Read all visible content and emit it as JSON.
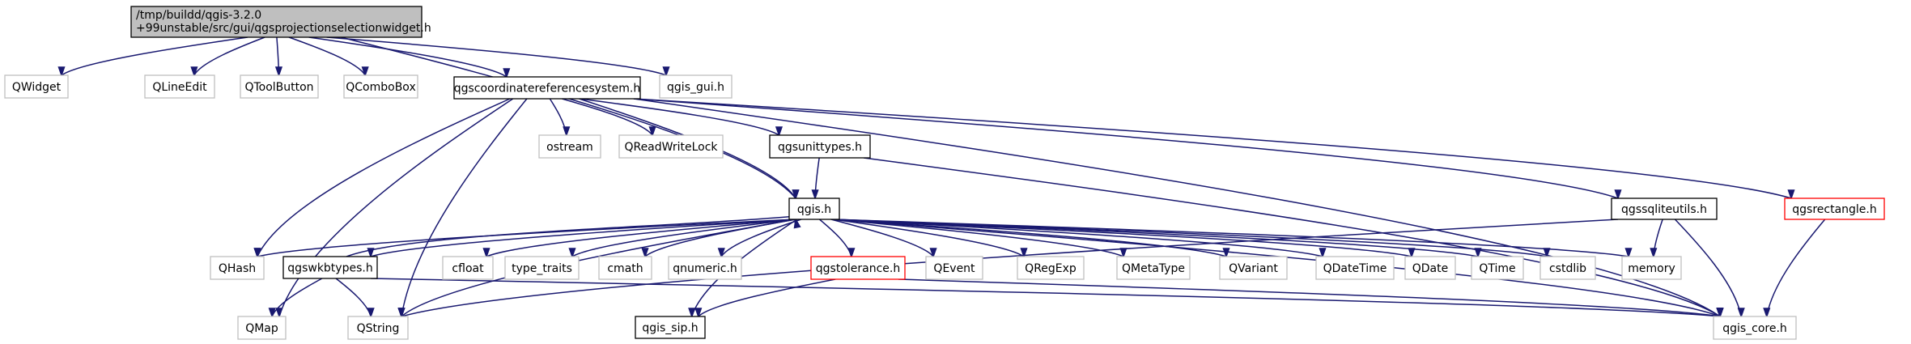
{
  "colors": {
    "edge": "#191970",
    "root_fill": "#bfbfbf",
    "root_stroke": "#000000",
    "documented_stroke": "#000000",
    "external_stroke": "#bfbfbf",
    "truncated_stroke": "#ff0000",
    "node_fill": "#ffffff"
  },
  "nodes": [
    {
      "id": "root",
      "lines": [
        "/tmp/buildd/qgis-3.2.0",
        "+99unstable/src/gui/qgsprojectionselectionwidget.h"
      ],
      "kind": "root"
    },
    {
      "id": "qwidget",
      "lines": [
        "QWidget"
      ],
      "kind": "external"
    },
    {
      "id": "qlineedit",
      "lines": [
        "QLineEdit"
      ],
      "kind": "external"
    },
    {
      "id": "qtoolbutton",
      "lines": [
        "QToolButton"
      ],
      "kind": "external"
    },
    {
      "id": "qcombobox",
      "lines": [
        "QComboBox"
      ],
      "kind": "external"
    },
    {
      "id": "qgscrs",
      "lines": [
        "qgscoordinatereferencesystem.h"
      ],
      "kind": "documented"
    },
    {
      "id": "qgis_gui",
      "lines": [
        "qgis_gui.h"
      ],
      "kind": "external"
    },
    {
      "id": "ostream",
      "lines": [
        "ostream"
      ],
      "kind": "external"
    },
    {
      "id": "qreadwritelock",
      "lines": [
        "QReadWriteLock"
      ],
      "kind": "external"
    },
    {
      "id": "qgsunittypes",
      "lines": [
        "qgsunittypes.h"
      ],
      "kind": "documented"
    },
    {
      "id": "qgis",
      "lines": [
        "qgis.h"
      ],
      "kind": "documented"
    },
    {
      "id": "qgssqliteutils",
      "lines": [
        "qgssqliteutils.h"
      ],
      "kind": "documented"
    },
    {
      "id": "qgsrectangle",
      "lines": [
        "qgsrectangle.h"
      ],
      "kind": "truncated"
    },
    {
      "id": "qhash",
      "lines": [
        "QHash"
      ],
      "kind": "external"
    },
    {
      "id": "qgswkbtypes",
      "lines": [
        "qgswkbtypes.h"
      ],
      "kind": "documented"
    },
    {
      "id": "cfloat",
      "lines": [
        "cfloat"
      ],
      "kind": "external"
    },
    {
      "id": "type_traits",
      "lines": [
        "type_traits"
      ],
      "kind": "external"
    },
    {
      "id": "cmath",
      "lines": [
        "cmath"
      ],
      "kind": "external"
    },
    {
      "id": "qnumeric",
      "lines": [
        "qnumeric.h"
      ],
      "kind": "external"
    },
    {
      "id": "qgstolerance",
      "lines": [
        "qgstolerance.h"
      ],
      "kind": "truncated"
    },
    {
      "id": "qevent",
      "lines": [
        "QEvent"
      ],
      "kind": "external"
    },
    {
      "id": "qregexp",
      "lines": [
        "QRegExp"
      ],
      "kind": "external"
    },
    {
      "id": "qmetatype",
      "lines": [
        "QMetaType"
      ],
      "kind": "external"
    },
    {
      "id": "qvariant",
      "lines": [
        "QVariant"
      ],
      "kind": "external"
    },
    {
      "id": "qdatetime",
      "lines": [
        "QDateTime"
      ],
      "kind": "external"
    },
    {
      "id": "qdate",
      "lines": [
        "QDate"
      ],
      "kind": "external"
    },
    {
      "id": "qtime",
      "lines": [
        "QTime"
      ],
      "kind": "external"
    },
    {
      "id": "cstdlib",
      "lines": [
        "cstdlib"
      ],
      "kind": "external"
    },
    {
      "id": "memory",
      "lines": [
        "memory"
      ],
      "kind": "external"
    },
    {
      "id": "qmap",
      "lines": [
        "QMap"
      ],
      "kind": "external"
    },
    {
      "id": "qstring",
      "lines": [
        "QString"
      ],
      "kind": "external"
    },
    {
      "id": "qgis_sip",
      "lines": [
        "qgis_sip.h"
      ],
      "kind": "documented"
    },
    {
      "id": "qgis_core",
      "lines": [
        "qgis_core.h"
      ],
      "kind": "external"
    }
  ],
  "edges": [
    [
      "root",
      "qwidget"
    ],
    [
      "root",
      "qlineedit"
    ],
    [
      "root",
      "qtoolbutton"
    ],
    [
      "root",
      "qcombobox"
    ],
    [
      "root",
      "qgscrs"
    ],
    [
      "root",
      "qgis_gui"
    ],
    [
      "root",
      "qgis"
    ],
    [
      "qgscrs",
      "ostream"
    ],
    [
      "qgscrs",
      "qreadwritelock"
    ],
    [
      "qgscrs",
      "qgsunittypes"
    ],
    [
      "qgscrs",
      "qgis"
    ],
    [
      "qgscrs",
      "qgssqliteutils"
    ],
    [
      "qgscrs",
      "qgsrectangle"
    ],
    [
      "qgscrs",
      "qhash"
    ],
    [
      "qgscrs",
      "qmap"
    ],
    [
      "qgscrs",
      "qstring"
    ],
    [
      "qgscrs",
      "qgis_core"
    ],
    [
      "qgsunittypes",
      "qgis"
    ],
    [
      "qgsunittypes",
      "qgis_core"
    ],
    [
      "qgis",
      "qhash"
    ],
    [
      "qgis",
      "qgswkbtypes"
    ],
    [
      "qgis",
      "cfloat"
    ],
    [
      "qgis",
      "type_traits"
    ],
    [
      "qgis",
      "cmath"
    ],
    [
      "qgis",
      "qnumeric"
    ],
    [
      "qgis",
      "qgstolerance"
    ],
    [
      "qgis",
      "qevent"
    ],
    [
      "qgis",
      "qregexp"
    ],
    [
      "qgis",
      "qmetatype"
    ],
    [
      "qgis",
      "qvariant"
    ],
    [
      "qgis",
      "qdatetime"
    ],
    [
      "qgis",
      "qdate"
    ],
    [
      "qgis",
      "qtime"
    ],
    [
      "qgis",
      "cstdlib"
    ],
    [
      "qgis",
      "memory"
    ],
    [
      "qgis",
      "qstring"
    ],
    [
      "qgis",
      "qgis_sip"
    ],
    [
      "qgis",
      "qgis_core"
    ],
    [
      "qgswkbtypes",
      "qgis"
    ],
    [
      "qgswkbtypes",
      "qmap"
    ],
    [
      "qgswkbtypes",
      "qstring"
    ],
    [
      "qgswkbtypes",
      "qgis_core"
    ],
    [
      "qgstolerance",
      "qgis_sip"
    ],
    [
      "qgstolerance",
      "qgis_core"
    ],
    [
      "qgssqliteutils",
      "memory"
    ],
    [
      "qgssqliteutils",
      "qstring"
    ],
    [
      "qgssqliteutils",
      "qgis_core"
    ],
    [
      "qgsrectangle",
      "qgis_core"
    ]
  ]
}
